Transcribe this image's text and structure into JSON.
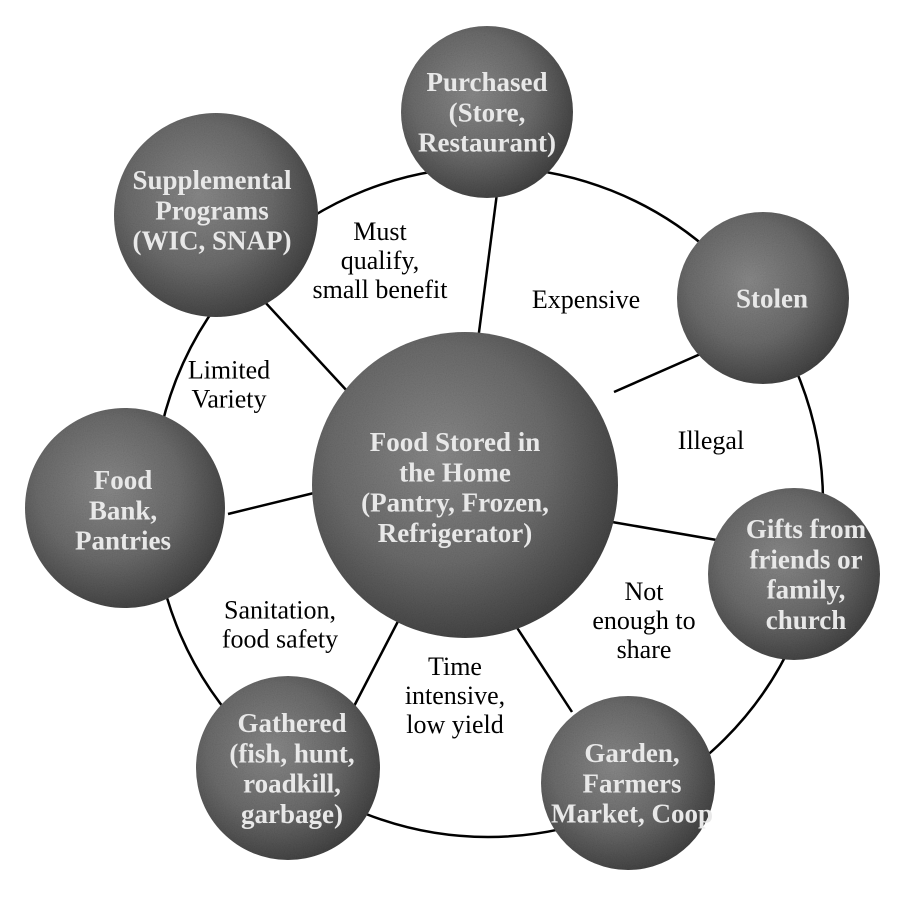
{
  "colors": {
    "background": "#ffffff",
    "line": "#000000",
    "node_fill": "#6b6b6b",
    "node_text": "#e8e8e8",
    "edge_text": "#000000"
  },
  "center_node": {
    "lines": [
      "Food Stored in",
      "the Home",
      "(Pantry, Frozen,",
      "Refrigerator)"
    ]
  },
  "nodes": [
    {
      "id": "purchased",
      "lines": [
        "Purchased",
        "(Store,",
        "Restaurant)"
      ]
    },
    {
      "id": "stolen",
      "lines": [
        "Stolen"
      ]
    },
    {
      "id": "gifts",
      "lines": [
        "Gifts from",
        "friends or",
        "family,",
        "church"
      ]
    },
    {
      "id": "garden",
      "lines": [
        "Garden,",
        "Farmers",
        "Market, Coop"
      ]
    },
    {
      "id": "gathered",
      "lines": [
        "Gathered",
        "(fish, hunt,",
        "roadkill,",
        "garbage)"
      ]
    },
    {
      "id": "food-bank",
      "lines": [
        "Food",
        "Bank,",
        "Pantries"
      ]
    },
    {
      "id": "supplemental",
      "lines": [
        "Supplemental",
        "Programs",
        "(WIC, SNAP)"
      ]
    }
  ],
  "edge_labels": [
    {
      "id": "must-qualify",
      "lines": [
        "Must",
        "qualify,",
        "small benefit"
      ]
    },
    {
      "id": "expensive",
      "lines": [
        "Expensive"
      ]
    },
    {
      "id": "illegal",
      "lines": [
        "Illegal"
      ]
    },
    {
      "id": "not-enough",
      "lines": [
        "Not",
        "enough to",
        "share"
      ]
    },
    {
      "id": "time-intensive",
      "lines": [
        "Time",
        "intensive,",
        "low yield"
      ]
    },
    {
      "id": "sanitation",
      "lines": [
        "Sanitation,",
        "food safety"
      ]
    },
    {
      "id": "limited-variety",
      "lines": [
        "Limited",
        "Variety"
      ]
    }
  ]
}
